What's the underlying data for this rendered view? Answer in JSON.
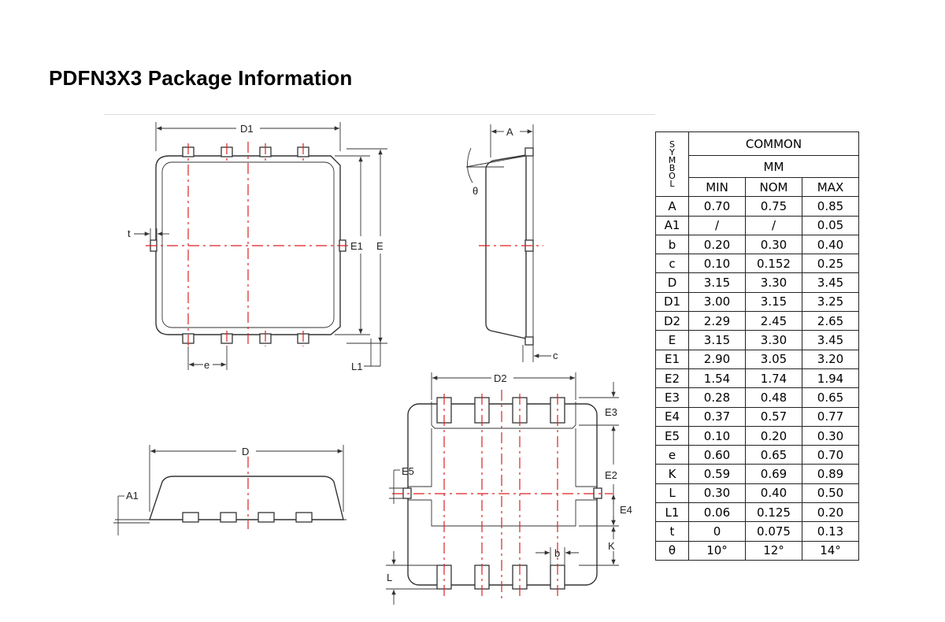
{
  "title": "PDFN3X3 Package Information",
  "diagram_labels": {
    "D1": "D1",
    "A": "A",
    "theta": "θ",
    "t": "t",
    "E1": "E1",
    "E": "E",
    "e": "e",
    "L1": "L1",
    "c": "c",
    "D2": "D2",
    "E3": "E3",
    "E2": "E2",
    "E5": "E5",
    "E4": "E4",
    "K": "K",
    "b": "b",
    "L": "L",
    "D": "D",
    "A1": "A1"
  },
  "table": {
    "symbol_header": [
      "S",
      "Y",
      "M",
      "B",
      "O",
      "L"
    ],
    "common": "COMMON",
    "unit": "MM",
    "columns": [
      "MIN",
      "NOM",
      "MAX"
    ],
    "rows": [
      {
        "symbol": "A",
        "min": "0.70",
        "nom": "0.75",
        "max": "0.85"
      },
      {
        "symbol": "A1",
        "min": "/",
        "nom": "/",
        "max": "0.05"
      },
      {
        "symbol": "b",
        "min": "0.20",
        "nom": "0.30",
        "max": "0.40"
      },
      {
        "symbol": "c",
        "min": "0.10",
        "nom": "0.152",
        "max": "0.25"
      },
      {
        "symbol": "D",
        "min": "3.15",
        "nom": "3.30",
        "max": "3.45"
      },
      {
        "symbol": "D1",
        "min": "3.00",
        "nom": "3.15",
        "max": "3.25"
      },
      {
        "symbol": "D2",
        "min": "2.29",
        "nom": "2.45",
        "max": "2.65"
      },
      {
        "symbol": "E",
        "min": "3.15",
        "nom": "3.30",
        "max": "3.45"
      },
      {
        "symbol": "E1",
        "min": "2.90",
        "nom": "3.05",
        "max": "3.20"
      },
      {
        "symbol": "E2",
        "min": "1.54",
        "nom": "1.74",
        "max": "1.94"
      },
      {
        "symbol": "E3",
        "min": "0.28",
        "nom": "0.48",
        "max": "0.65"
      },
      {
        "symbol": "E4",
        "min": "0.37",
        "nom": "0.57",
        "max": "0.77"
      },
      {
        "symbol": "E5",
        "min": "0.10",
        "nom": "0.20",
        "max": "0.30"
      },
      {
        "symbol": "e",
        "min": "0.60",
        "nom": "0.65",
        "max": "0.70"
      },
      {
        "symbol": "K",
        "min": "0.59",
        "nom": "0.69",
        "max": "0.89"
      },
      {
        "symbol": "L",
        "min": "0.30",
        "nom": "0.40",
        "max": "0.50"
      },
      {
        "symbol": "L1",
        "min": "0.06",
        "nom": "0.125",
        "max": "0.20"
      },
      {
        "symbol": "t",
        "min": "0",
        "nom": "0.075",
        "max": "0.13"
      },
      {
        "symbol": "θ",
        "min": "10°",
        "nom": "12°",
        "max": "14°"
      }
    ]
  },
  "colors": {
    "centerline": "#dd2222",
    "outline": "#333333"
  }
}
